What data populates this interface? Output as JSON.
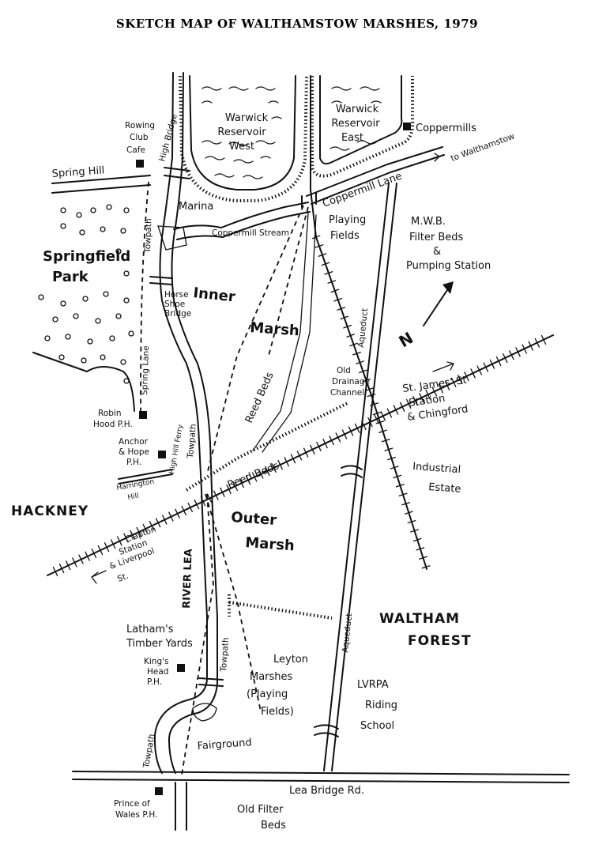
{
  "title": "SKETCH MAP OF WALTHAMSTOW MARSHES, 1979",
  "labels": {
    "rowing_club_cafe": [
      "Rowing",
      "Club",
      "Cafe"
    ],
    "high_bridge": "High Bridge",
    "warwick_west": [
      "Warwick",
      "Reservoir",
      "West"
    ],
    "warwick_east": [
      "Warwick",
      "Reservoir",
      "East"
    ],
    "coppermills": "Coppermills",
    "spring_hill": "Spring Hill",
    "coppermill_lane": "Coppermill Lane",
    "to_walthamstow": "to Walthamstow",
    "marina": "Marina",
    "coppermill_stream_1": "Coppermill Stream",
    "playing_fields": [
      "Playing",
      "Fields"
    ],
    "mwb": [
      "M.W.B.",
      "Filter Beds",
      "&",
      "Pumping Station"
    ],
    "springfield_park": [
      "Springfield",
      "Park"
    ],
    "towpath": "Towpath",
    "horse_shoe_bridge": [
      "Horse",
      "Shoe",
      "Bridge"
    ],
    "inner": "Inner",
    "marsh": "Marsh",
    "aqueduct": "Aqueduct",
    "spring_lane": "Spring Lane",
    "old_drainage_channel": [
      "Old",
      "Drainage",
      "Channel"
    ],
    "reed_beds_1": "Reed Beds",
    "st_james": [
      "St. James' St",
      "Station",
      "& Chingford"
    ],
    "robin_hood": [
      "Robin",
      "Hood P.H."
    ],
    "anchor_hope": [
      "Anchor",
      "& Hope",
      "P.H."
    ],
    "harrington_hill": [
      "Harrington",
      "Hill"
    ],
    "high_hill_ferry": "High Hill Ferry",
    "reed_beds_2": "Reed Beds",
    "industrial_estate": [
      "Industrial",
      "Estate"
    ],
    "hackney": "HACKNEY",
    "outer": "Outer",
    "outer_marsh": "Marsh",
    "clapton": [
      "Clapton",
      "Station",
      "& Liverpool",
      "St."
    ],
    "river_lea": "RIVER LEA",
    "waltham_forest": [
      "WALTHAM",
      "FOREST"
    ],
    "lathams": [
      "Latham's",
      "Timber Yards"
    ],
    "kings_head": [
      "King's",
      "Head",
      "P.H."
    ],
    "leyton_marshes": [
      "Leyton",
      "Marshes",
      "(Playing",
      "Fields)"
    ],
    "lvrpa": [
      "LVRPA",
      "Riding",
      "School"
    ],
    "fairground": "Fairground",
    "lea_bridge_rd": "Lea Bridge Rd.",
    "prince_of_wales": [
      "Prince of",
      "Wales P.H."
    ],
    "old_filter_beds": [
      "Old Filter",
      "Beds"
    ],
    "north_arrow": "N"
  }
}
